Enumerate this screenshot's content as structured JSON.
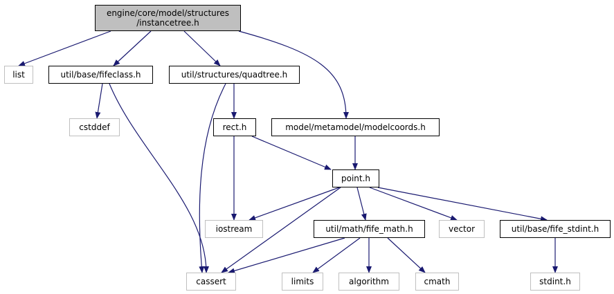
{
  "colors": {
    "edge": "#191970",
    "root_fill": "#bfbfbf",
    "std_border": "#bfbfbf",
    "local_border": "#000000"
  },
  "root": {
    "line1": "engine/core/model/structures",
    "line2": "/instancetree.h"
  },
  "nodes": {
    "list": "list",
    "fifeclass": "util/base/fifeclass.h",
    "quadtree": "util/structures/quadtree.h",
    "cstddef": "cstddef",
    "rect": "rect.h",
    "modelcoords": "model/metamodel/modelcoords.h",
    "point": "point.h",
    "iostream": "iostream",
    "fife_math": "util/math/fife_math.h",
    "vector": "vector",
    "fife_stdint": "util/base/fife_stdint.h",
    "cassert": "cassert",
    "limits": "limits",
    "algorithm": "algorithm",
    "cmath": "cmath",
    "stdint": "stdint.h"
  },
  "edges": [
    [
      "root",
      "list"
    ],
    [
      "root",
      "fifeclass"
    ],
    [
      "root",
      "quadtree"
    ],
    [
      "root",
      "modelcoords"
    ],
    [
      "fifeclass",
      "cstddef"
    ],
    [
      "fifeclass",
      "cassert"
    ],
    [
      "quadtree",
      "rect"
    ],
    [
      "quadtree",
      "cassert"
    ],
    [
      "rect",
      "point"
    ],
    [
      "rect",
      "iostream"
    ],
    [
      "modelcoords",
      "point"
    ],
    [
      "point",
      "iostream"
    ],
    [
      "point",
      "cassert"
    ],
    [
      "point",
      "fife_math"
    ],
    [
      "point",
      "vector"
    ],
    [
      "point",
      "fife_stdint"
    ],
    [
      "fife_math",
      "cassert"
    ],
    [
      "fife_math",
      "limits"
    ],
    [
      "fife_math",
      "algorithm"
    ],
    [
      "fife_math",
      "cmath"
    ],
    [
      "fife_stdint",
      "stdint"
    ]
  ]
}
